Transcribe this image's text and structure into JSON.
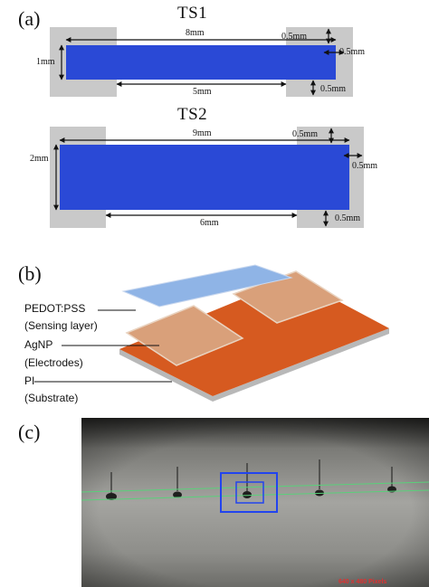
{
  "panel_a": {
    "label": "(a)",
    "ts1": {
      "title": "TS1",
      "length": "8mm",
      "width": "1mm",
      "gap": "5mm",
      "pad_top": "0.5mm",
      "pad_side": "0.5mm",
      "pad_bottom": "0.5mm"
    },
    "ts2": {
      "title": "TS2",
      "length": "9mm",
      "width": "2mm",
      "gap": "6mm",
      "pad_top": "0.5mm",
      "pad_side": "0.5mm",
      "pad_bottom": "0.5mm"
    }
  },
  "panel_b": {
    "label": "(b)",
    "layers": [
      {
        "name": "PEDOT:PSS",
        "role": "(Sensing layer)"
      },
      {
        "name": "AgNP",
        "role": "(Electrodes)"
      },
      {
        "name": "PI",
        "role": "(Substrate)"
      }
    ]
  },
  "panel_c": {
    "label": "(c)",
    "overlay_text": "640 x 480 Pixels"
  },
  "colors": {
    "sensor_blue": "#2a49d6",
    "pad_gray": "#c9c9c9",
    "substrate_orange": "#d65a20",
    "electrode_tan": "#d9a07a",
    "pedot_blue": "#8fb4e6",
    "guide_green": "#5ad07a",
    "target_blue": "#2244ee"
  }
}
